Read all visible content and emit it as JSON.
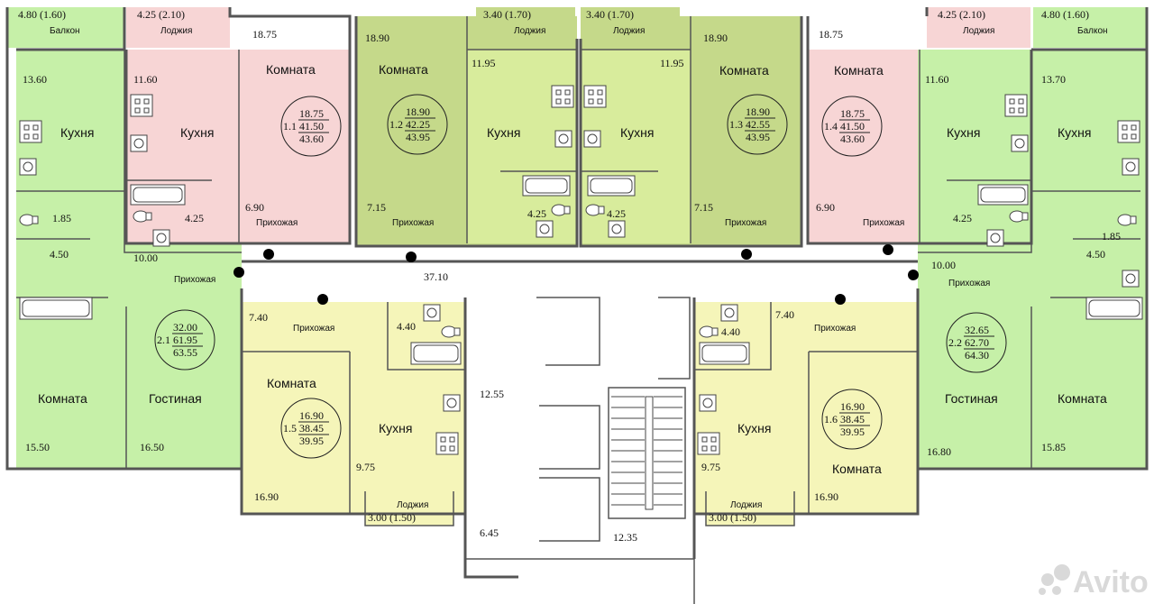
{
  "colors": {
    "green": "#c6f0a8",
    "pink": "#f7d5d5",
    "olive": "#c5d98a",
    "yellow": "#f5f5b9",
    "wall": "#555555",
    "corridor": "#ffffff"
  },
  "labels": {
    "balcony": "Балкон",
    "loggia": "Лоджия",
    "room": "Комната",
    "kitchen": "Кухня",
    "hall": "Прихожая",
    "living": "Гостиная"
  },
  "outdoor": {
    "balcony_left": "4.80 (1.60)",
    "loggia_tl": "4.25 (2.10)",
    "loggia_tc1": "3.40 (1.70)",
    "loggia_tc2": "3.40 (1.70)",
    "loggia_tr": "4.25 (2.10)",
    "balcony_right": "4.80 (1.60)",
    "loggia_bl": "3.00 (1.50)",
    "loggia_br": "3.00 (1.50)"
  },
  "areas": {
    "a1_room": "18.75",
    "a1_kitchen": "11.60",
    "a1_hall": "6.90",
    "a1_bath": "4.25",
    "a2_room": "18.90",
    "a2_kitchen": "11.95",
    "a2_hall": "7.15",
    "a2_bath": "4.25",
    "a3_room": "18.90",
    "a3_kitchen": "11.95",
    "a3_hall": "7.15",
    "a3_bath": "4.25",
    "a4_room": "18.75",
    "a4_kitchen": "11.60",
    "a4_hall": "6.90",
    "a4_bath": "4.25",
    "l_kitchen": "13.60",
    "l_wc": "1.85",
    "l_bath": "4.50",
    "l_hall": "10.00",
    "l_room": "15.50",
    "l_living": "16.50",
    "r_kitchen": "13.70",
    "r_wc": "1.85",
    "r_bath": "4.50",
    "r_hall": "10.00",
    "r_room": "15.85",
    "r_living": "16.80",
    "a5_hall": "7.40",
    "a5_bath": "4.40",
    "a5_room": "16.90",
    "a5_kitchen": "9.75",
    "a6_hall": "7.40",
    "a6_bath": "4.40",
    "a6_room": "16.90",
    "a6_kitchen": "9.75",
    "corridor": "37.10",
    "stair_lobby": "12.55",
    "stair_bottom": "6.45",
    "stair_hall": "12.35"
  },
  "apartments": [
    {
      "id": "1.1",
      "living": "18.75",
      "useful": "41.50",
      "total": "43.60"
    },
    {
      "id": "1.2",
      "living": "18.90",
      "useful": "42.25",
      "total": "43.95"
    },
    {
      "id": "1.3",
      "living": "18.90",
      "useful": "42.55",
      "total": "43.95"
    },
    {
      "id": "1.4",
      "living": "18.75",
      "useful": "41.50",
      "total": "43.60"
    },
    {
      "id": "2.1",
      "living": "32.00",
      "useful": "61.95",
      "total": "63.55"
    },
    {
      "id": "2.2",
      "living": "32.65",
      "useful": "62.70",
      "total": "64.30"
    },
    {
      "id": "1.5",
      "living": "16.90",
      "useful": "38.45",
      "total": "39.95"
    },
    {
      "id": "1.6",
      "living": "16.90",
      "useful": "38.45",
      "total": "39.95"
    }
  ],
  "watermark": "Avito"
}
